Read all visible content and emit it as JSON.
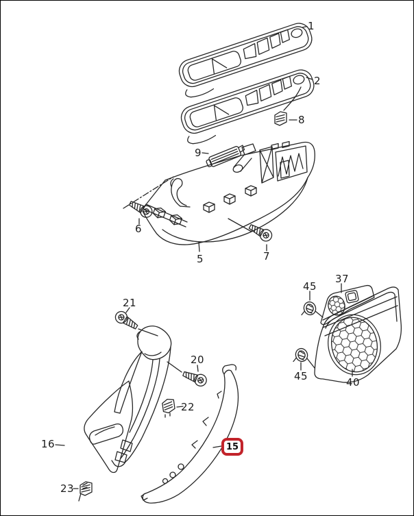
{
  "diagram": {
    "type": "exploded-parts-diagram",
    "subject": "door-trim-armrest-components",
    "background_color": "#ffffff",
    "line_color": "#262626",
    "highlighted_part": "15",
    "highlight_box_color": "#c2232a",
    "highlight_text_color": "#101010"
  },
  "labels": {
    "p1": "1",
    "p2": "2",
    "p5": "5",
    "p6": "6",
    "p7": "7",
    "p8": "8",
    "p9": "9",
    "p15": "15",
    "p16": "16",
    "p20": "20",
    "p21": "21",
    "p22": "22",
    "p23": "23",
    "p37": "37",
    "p40": "40",
    "p45a": "45",
    "p45b": "45"
  }
}
